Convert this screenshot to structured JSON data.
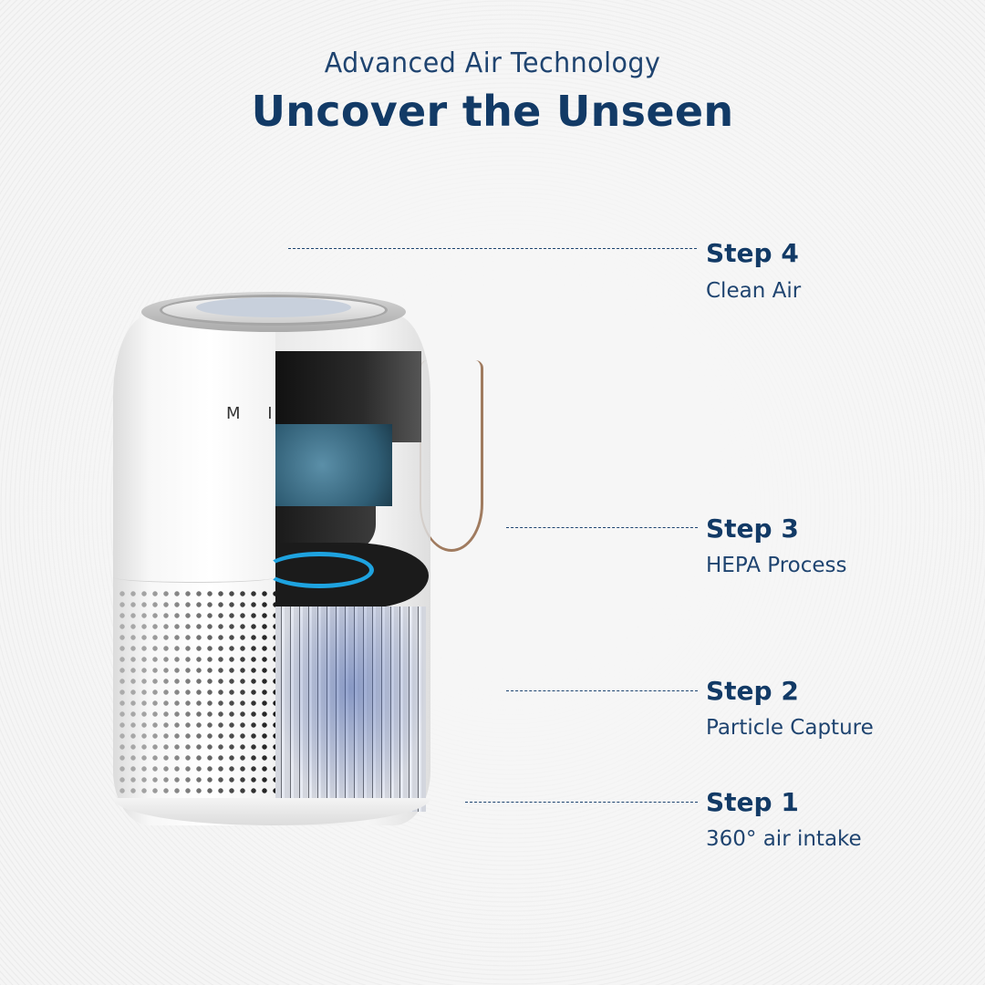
{
  "header": {
    "subtitle": "Advanced Air Technology",
    "title": "Uncover the Unseen"
  },
  "product": {
    "brand_mark": "M I",
    "description": "Cutaway render of a white cylindrical air purifier showing internal fan, HEPA filter and perforated grille",
    "accent_ring_color": "#1ea3e0",
    "handle_color": "#a07b5f"
  },
  "steps": [
    {
      "label": "Step 4",
      "description": "Clean Air"
    },
    {
      "label": "Step 3",
      "description": "HEPA Process"
    },
    {
      "label": "Step 2",
      "description": "Particle Capture"
    },
    {
      "label": "Step 1",
      "description": "360° air intake"
    }
  ],
  "colors": {
    "text_primary": "#123a66",
    "background": "#f3f3f3"
  }
}
